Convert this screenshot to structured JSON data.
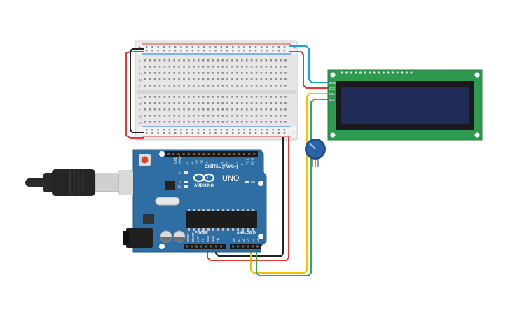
{
  "arduino": {
    "brand": "ARDUINO",
    "model": "UNO",
    "digital_header": "DIGITAL (PWM~)",
    "power_header": "POWER",
    "analog_header": "ANALOG IN",
    "label_aref": "AREF",
    "label_gnd": "GND",
    "label_tx": "TX",
    "label_rx": "RX",
    "label_on": "ON",
    "label_l": "L",
    "digital_pins": [
      "13",
      "12",
      "~11",
      "~10",
      "~9",
      "8",
      "7",
      "~6",
      "~5",
      "4",
      "~3",
      "2",
      "TX 1",
      "RX 0"
    ],
    "power_pins": [
      "IOREF",
      "RESET",
      "3.3V",
      "5V",
      "GND",
      "GND",
      "Vin"
    ],
    "analog_pins": [
      "A0",
      "A1",
      "A2",
      "A3",
      "A4",
      "A5"
    ]
  },
  "lcd": {
    "pin_labels": [
      "GND",
      "VCC",
      "SDA",
      "SCL"
    ]
  },
  "breadboard": {
    "rail_plus": "+",
    "rail_minus": "-",
    "row_letters_top": [
      "j",
      "i",
      "h",
      "g",
      "f"
    ],
    "row_letters_bottom": [
      "e",
      "d",
      "c",
      "b",
      "a"
    ]
  },
  "colors": {
    "board": "#2f6ea3",
    "board_dark": "#215a8a",
    "breadboard": "#e8e8e8",
    "lcd_pcb": "#2e9a4f",
    "lcd_screen": "#1f2a55",
    "wire_red": "#e53935",
    "wire_black": "#222222",
    "wire_yellow": "#f2c200",
    "wire_green": "#3aa84a",
    "wire_blue": "#1e9fd8",
    "pot_body": "#2a63a8"
  }
}
